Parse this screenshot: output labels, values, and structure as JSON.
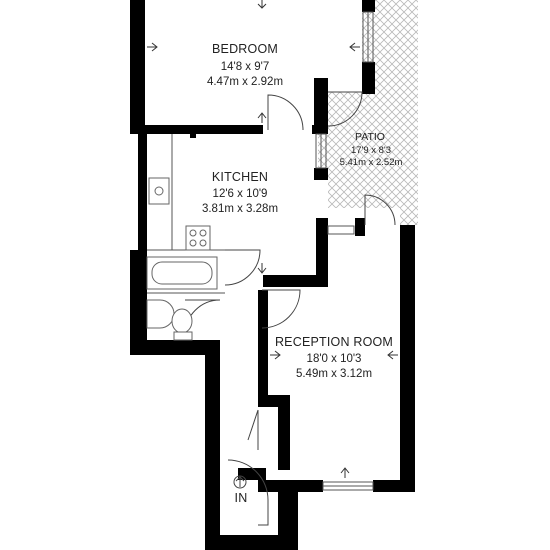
{
  "rooms": {
    "bedroom": {
      "name": "BEDROOM",
      "imperial": "14'8 x 9'7",
      "metric": "4.47m x 2.92m"
    },
    "kitchen": {
      "name": "KITCHEN",
      "imperial": "12'6 x 10'9",
      "metric": "3.81m x 3.28m"
    },
    "patio": {
      "name": "PATIO",
      "imperial": "17'9 x 8'3",
      "metric": "5.41m x 2.52m"
    },
    "reception": {
      "name": "RECEPTION ROOM",
      "imperial": "18'0 x 10'3",
      "metric": "5.49m x 3.12m"
    }
  },
  "entrance": {
    "label": "IN"
  },
  "colors": {
    "wall": "#000000",
    "patio_hatch": "#b8b8b8",
    "text": "#222222"
  }
}
